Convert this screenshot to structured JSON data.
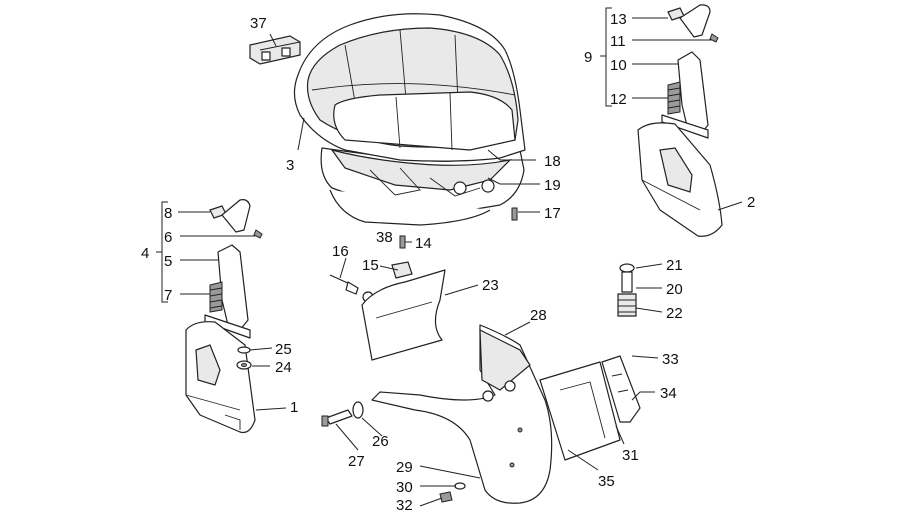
{
  "callouts": [
    {
      "id": "c1",
      "label": "1"
    },
    {
      "id": "c2",
      "label": "2"
    },
    {
      "id": "c3",
      "label": "3"
    },
    {
      "id": "c4",
      "label": "4"
    },
    {
      "id": "c5",
      "label": "5"
    },
    {
      "id": "c6",
      "label": "6"
    },
    {
      "id": "c7",
      "label": "7"
    },
    {
      "id": "c8",
      "label": "8"
    },
    {
      "id": "c9",
      "label": "9"
    },
    {
      "id": "c10",
      "label": "10"
    },
    {
      "id": "c11",
      "label": "11"
    },
    {
      "id": "c12",
      "label": "12"
    },
    {
      "id": "c13",
      "label": "13"
    },
    {
      "id": "c14",
      "label": "14"
    },
    {
      "id": "c15",
      "label": "15"
    },
    {
      "id": "c16",
      "label": "16"
    },
    {
      "id": "c17",
      "label": "17"
    },
    {
      "id": "c18",
      "label": "18"
    },
    {
      "id": "c19",
      "label": "19"
    },
    {
      "id": "c20",
      "label": "20"
    },
    {
      "id": "c21",
      "label": "21"
    },
    {
      "id": "c22",
      "label": "22"
    },
    {
      "id": "c23",
      "label": "23"
    },
    {
      "id": "c24",
      "label": "24"
    },
    {
      "id": "c25",
      "label": "25"
    },
    {
      "id": "c26",
      "label": "26"
    },
    {
      "id": "c27",
      "label": "27"
    },
    {
      "id": "c28",
      "label": "28"
    },
    {
      "id": "c29",
      "label": "29"
    },
    {
      "id": "c30",
      "label": "30"
    },
    {
      "id": "c31",
      "label": "31"
    },
    {
      "id": "c32",
      "label": "32"
    },
    {
      "id": "c33",
      "label": "33"
    },
    {
      "id": "c34",
      "label": "34"
    },
    {
      "id": "c35",
      "label": "35"
    },
    {
      "id": "c37",
      "label": "37"
    },
    {
      "id": "c38",
      "label": "38"
    }
  ]
}
